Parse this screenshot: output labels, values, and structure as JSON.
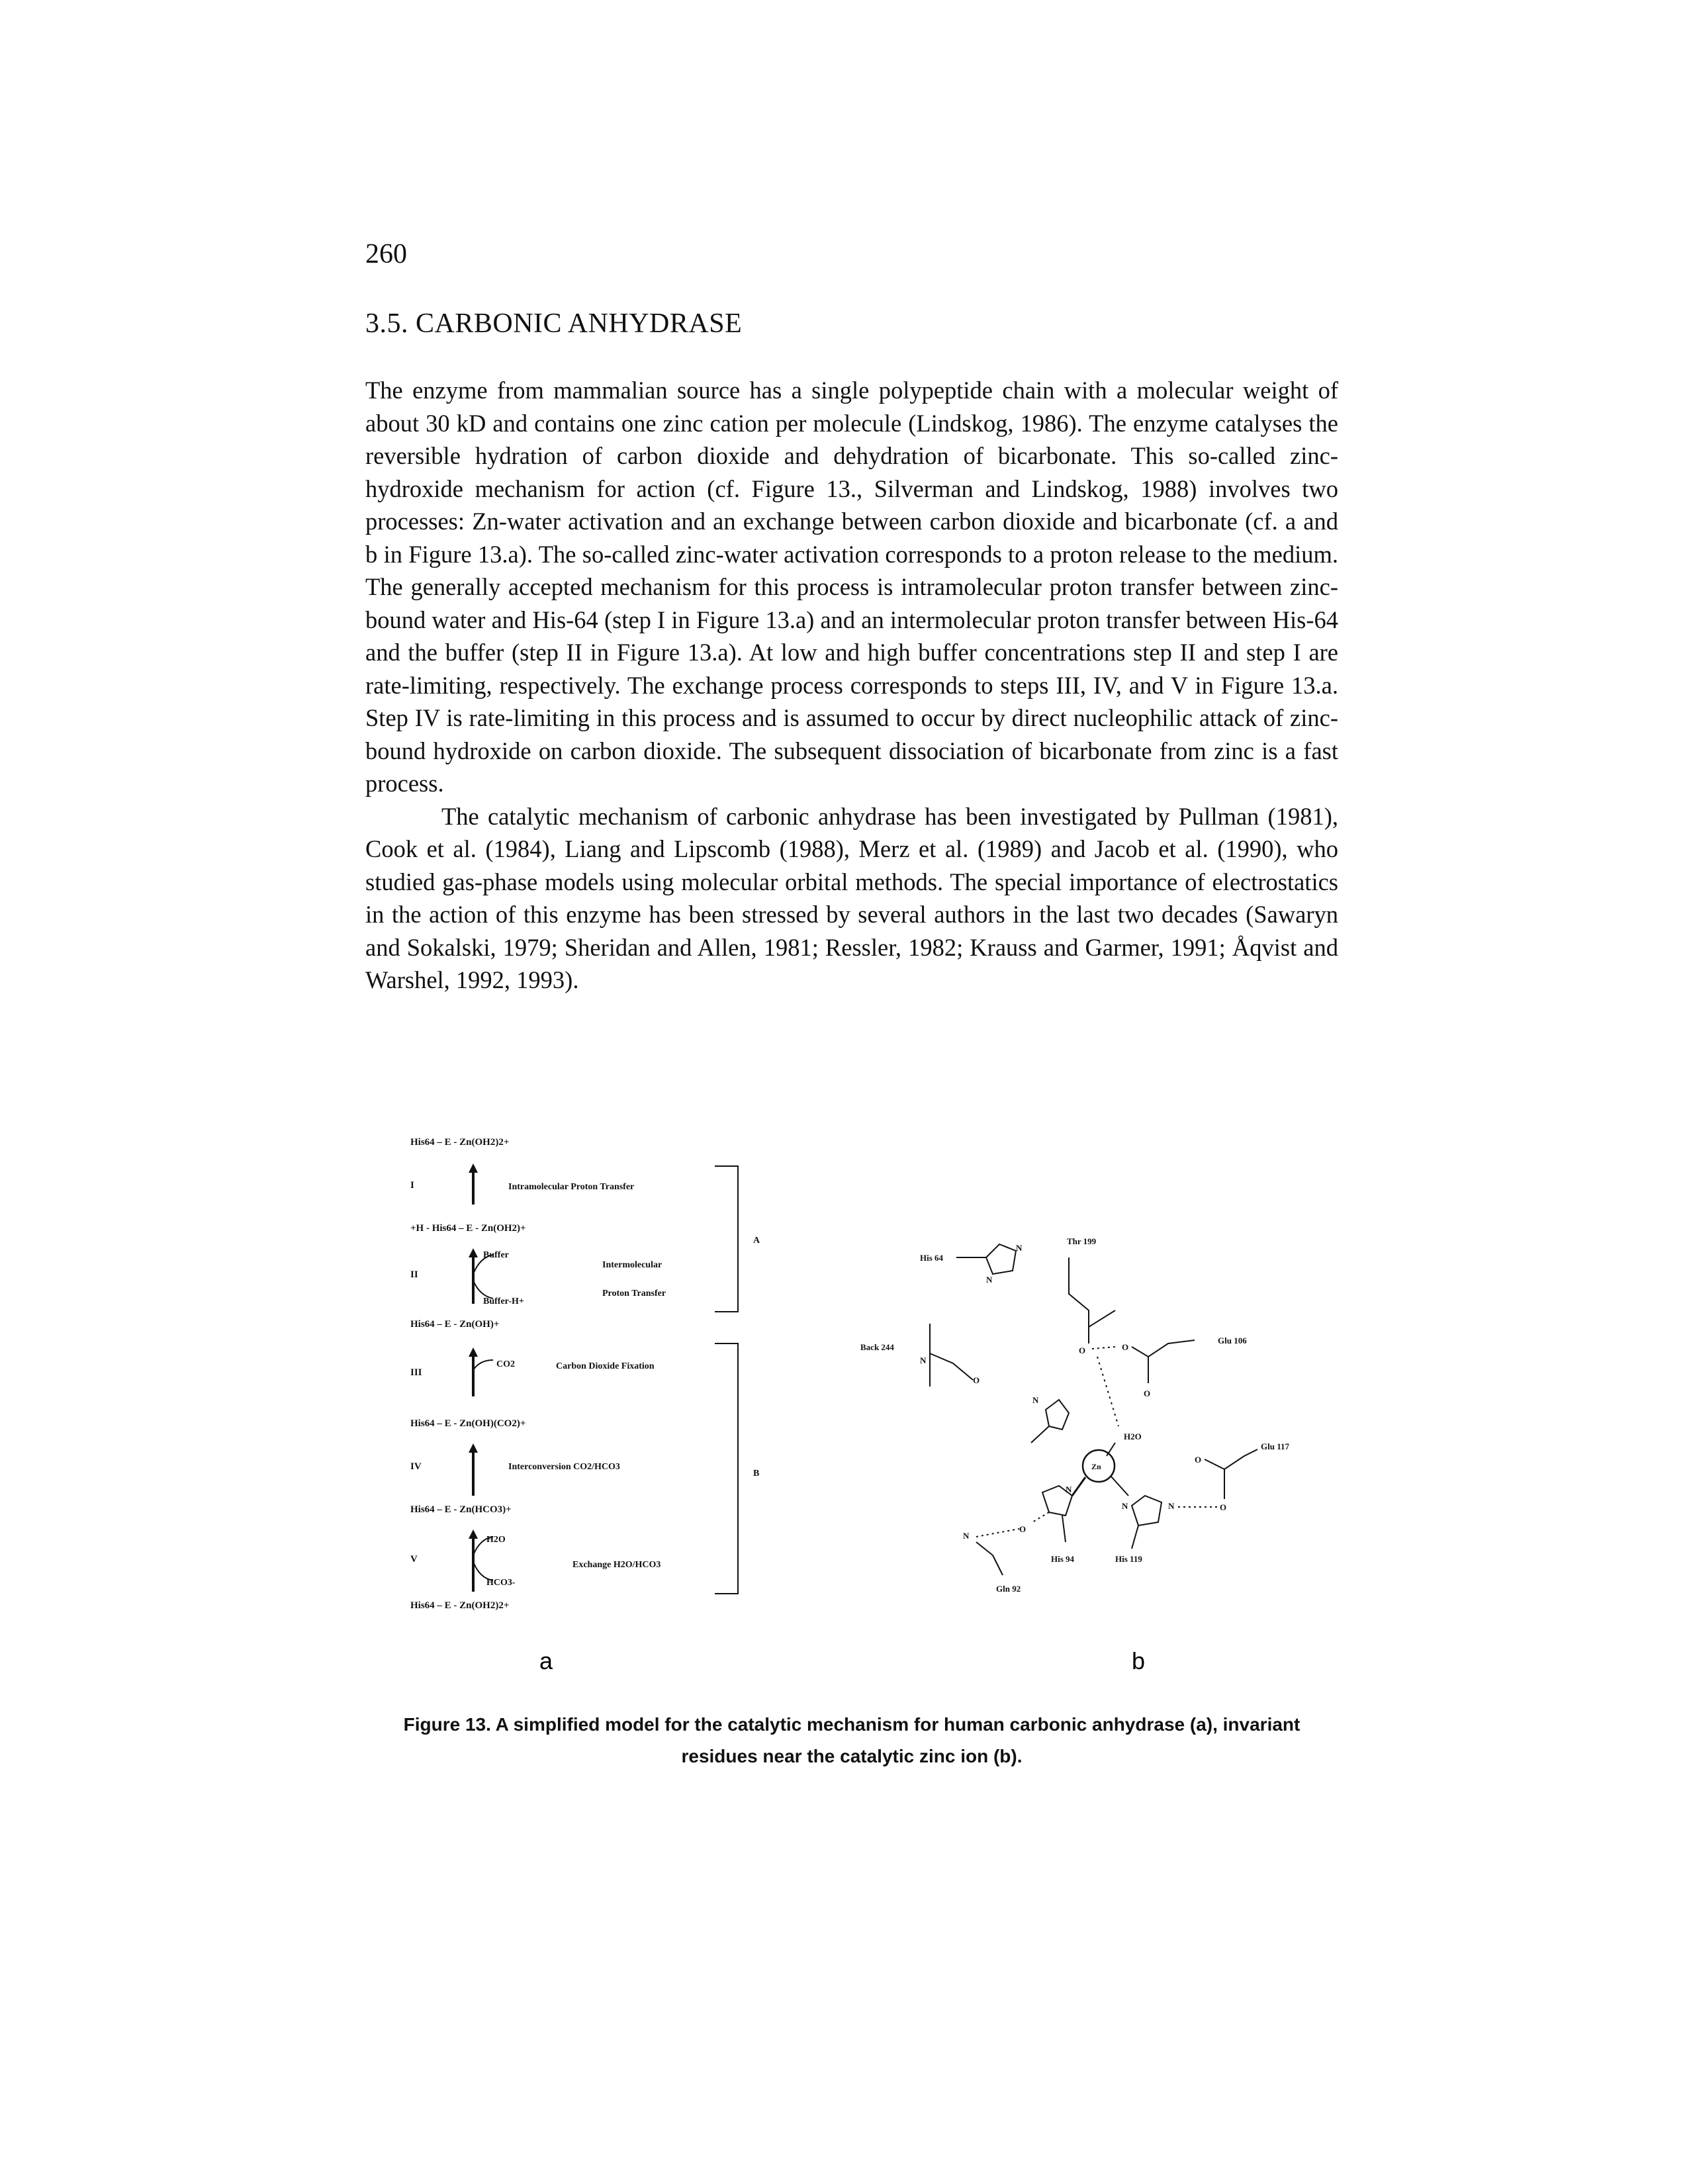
{
  "page_number": "260",
  "section_title": "3.5. CARBONIC ANHYDRASE",
  "paragraphs": [
    "The enzyme from mammalian source has a single polypeptide chain with a molecular weight of about 30 kD and contains one zinc cation per molecule (Lindskog, 1986). The enzyme catalyses the reversible hydration of carbon dioxide and dehydration of bicarbonate. This so-called zinc-hydroxide mechanism for action (cf. Figure 13., Silverman and Lindskog, 1988) involves two processes: Zn-water activation and an exchange between carbon dioxide and bicarbonate (cf. a and b in Figure 13.a). The so-called zinc-water activation corresponds to a proton release to the medium. The generally accepted mechanism for this process is intramolecular proton transfer between zinc-bound water and His-64 (step I in Figure 13.a) and an intermolecular proton transfer between His-64 and the buffer (step II in Figure 13.a). At low and high buffer concentrations step II and step I are rate-limiting, respectively. The exchange process corresponds to steps III, IV, and V in Figure 13.a. Step IV is rate-limiting in this process and is assumed to occur by direct nucleophilic attack of zinc-bound hydroxide on carbon dioxide. The subsequent dissociation of bicarbonate from zinc is a fast process.",
    "The catalytic mechanism of carbonic anhydrase has been investigated by Pullman (1981), Cook et al. (1984), Liang and Lipscomb (1988), Merz et al. (1989) and Jacob et al. (1990), who studied gas-phase models using molecular orbital methods. The special importance of electrostatics in the action of this enzyme has been stressed by several authors in the last two decades (Sawaryn and Sokalski, 1979; Sheridan and Allen, 1981; Ressler, 1982; Krauss and Garmer, 1991; Åqvist and Warshel, 1992, 1993)."
  ],
  "figure_a": {
    "species": [
      "His64 – E - Zn(OH2)2+",
      "+H - His64 – E - Zn(OH2)+",
      "His64 – E - Zn(OH)+",
      "His64 – E - Zn(OH)(CO2)+",
      "His64 – E - Zn(HCO3)+",
      "His64 – E - Zn(OH2)2+"
    ],
    "steps": [
      "I",
      "II",
      "III",
      "IV",
      "V"
    ],
    "labels": {
      "intramolecular": "Intramolecular Proton Transfer",
      "intermolecular_1": "Intermolecular",
      "intermolecular_2": "Proton Transfer",
      "buffer": "Buffer",
      "buffer_h": "Buffer-H+",
      "co2": "CO2",
      "co2_fixation": "Carbon Dioxide Fixation",
      "interconversion": "Interconversion CO2/HCO3",
      "h2o": "H2O",
      "hco3": "HCO3-",
      "exchange": "Exchange H2O/HCO3"
    },
    "brackets": [
      "A",
      "B"
    ],
    "panel_label": "a"
  },
  "figure_b": {
    "residues": [
      "His 64",
      "Thr 199",
      "Back 244",
      "Glu 106",
      "Glu 117",
      "His 94",
      "His 119",
      "Gln 92"
    ],
    "atoms": {
      "zn": "Zn",
      "water": "H2O",
      "n": "N",
      "o": "O"
    },
    "panel_label": "b"
  },
  "caption_lines": [
    "Figure 13. A simplified model for the catalytic mechanism for human carbonic anhydrase (a), invariant",
    "residues near the catalytic zinc ion (b)."
  ]
}
